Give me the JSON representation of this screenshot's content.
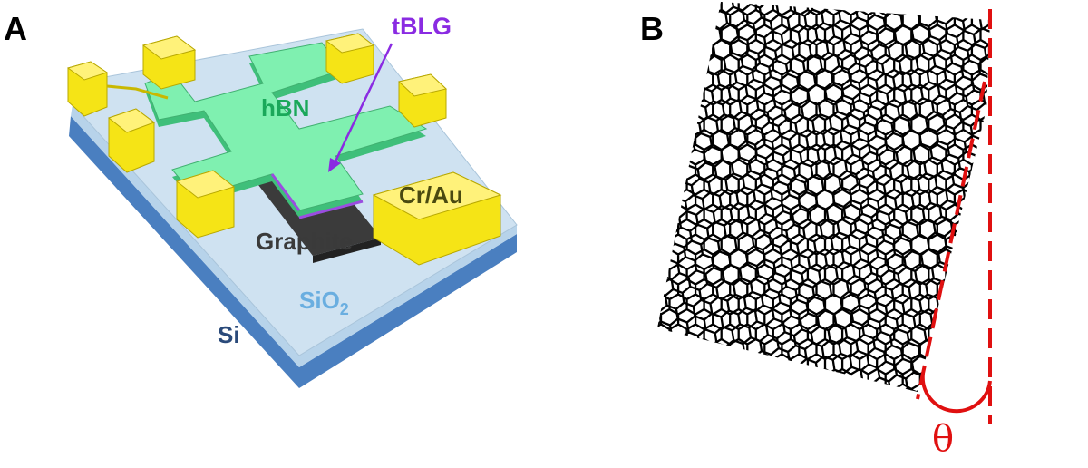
{
  "panels": {
    "a": {
      "letter": "A",
      "labels": {
        "tblg": "tBLG",
        "hbn": "hBN",
        "contacts": "Cr/Au",
        "graphite": "Graphite",
        "sio2_main": "SiO",
        "sio2_sub": "2",
        "si": "Si"
      }
    },
    "b": {
      "letter": "B",
      "angle_symbol": "θ"
    }
  },
  "colors": {
    "hbn": "#6fe3a0",
    "gold": "#f2e21a",
    "sio2": "#c9dff0",
    "si": "#4a7fc0",
    "graphite": "#3a3a3a",
    "tblg": "#8a2be2",
    "angle": "#e01010"
  }
}
